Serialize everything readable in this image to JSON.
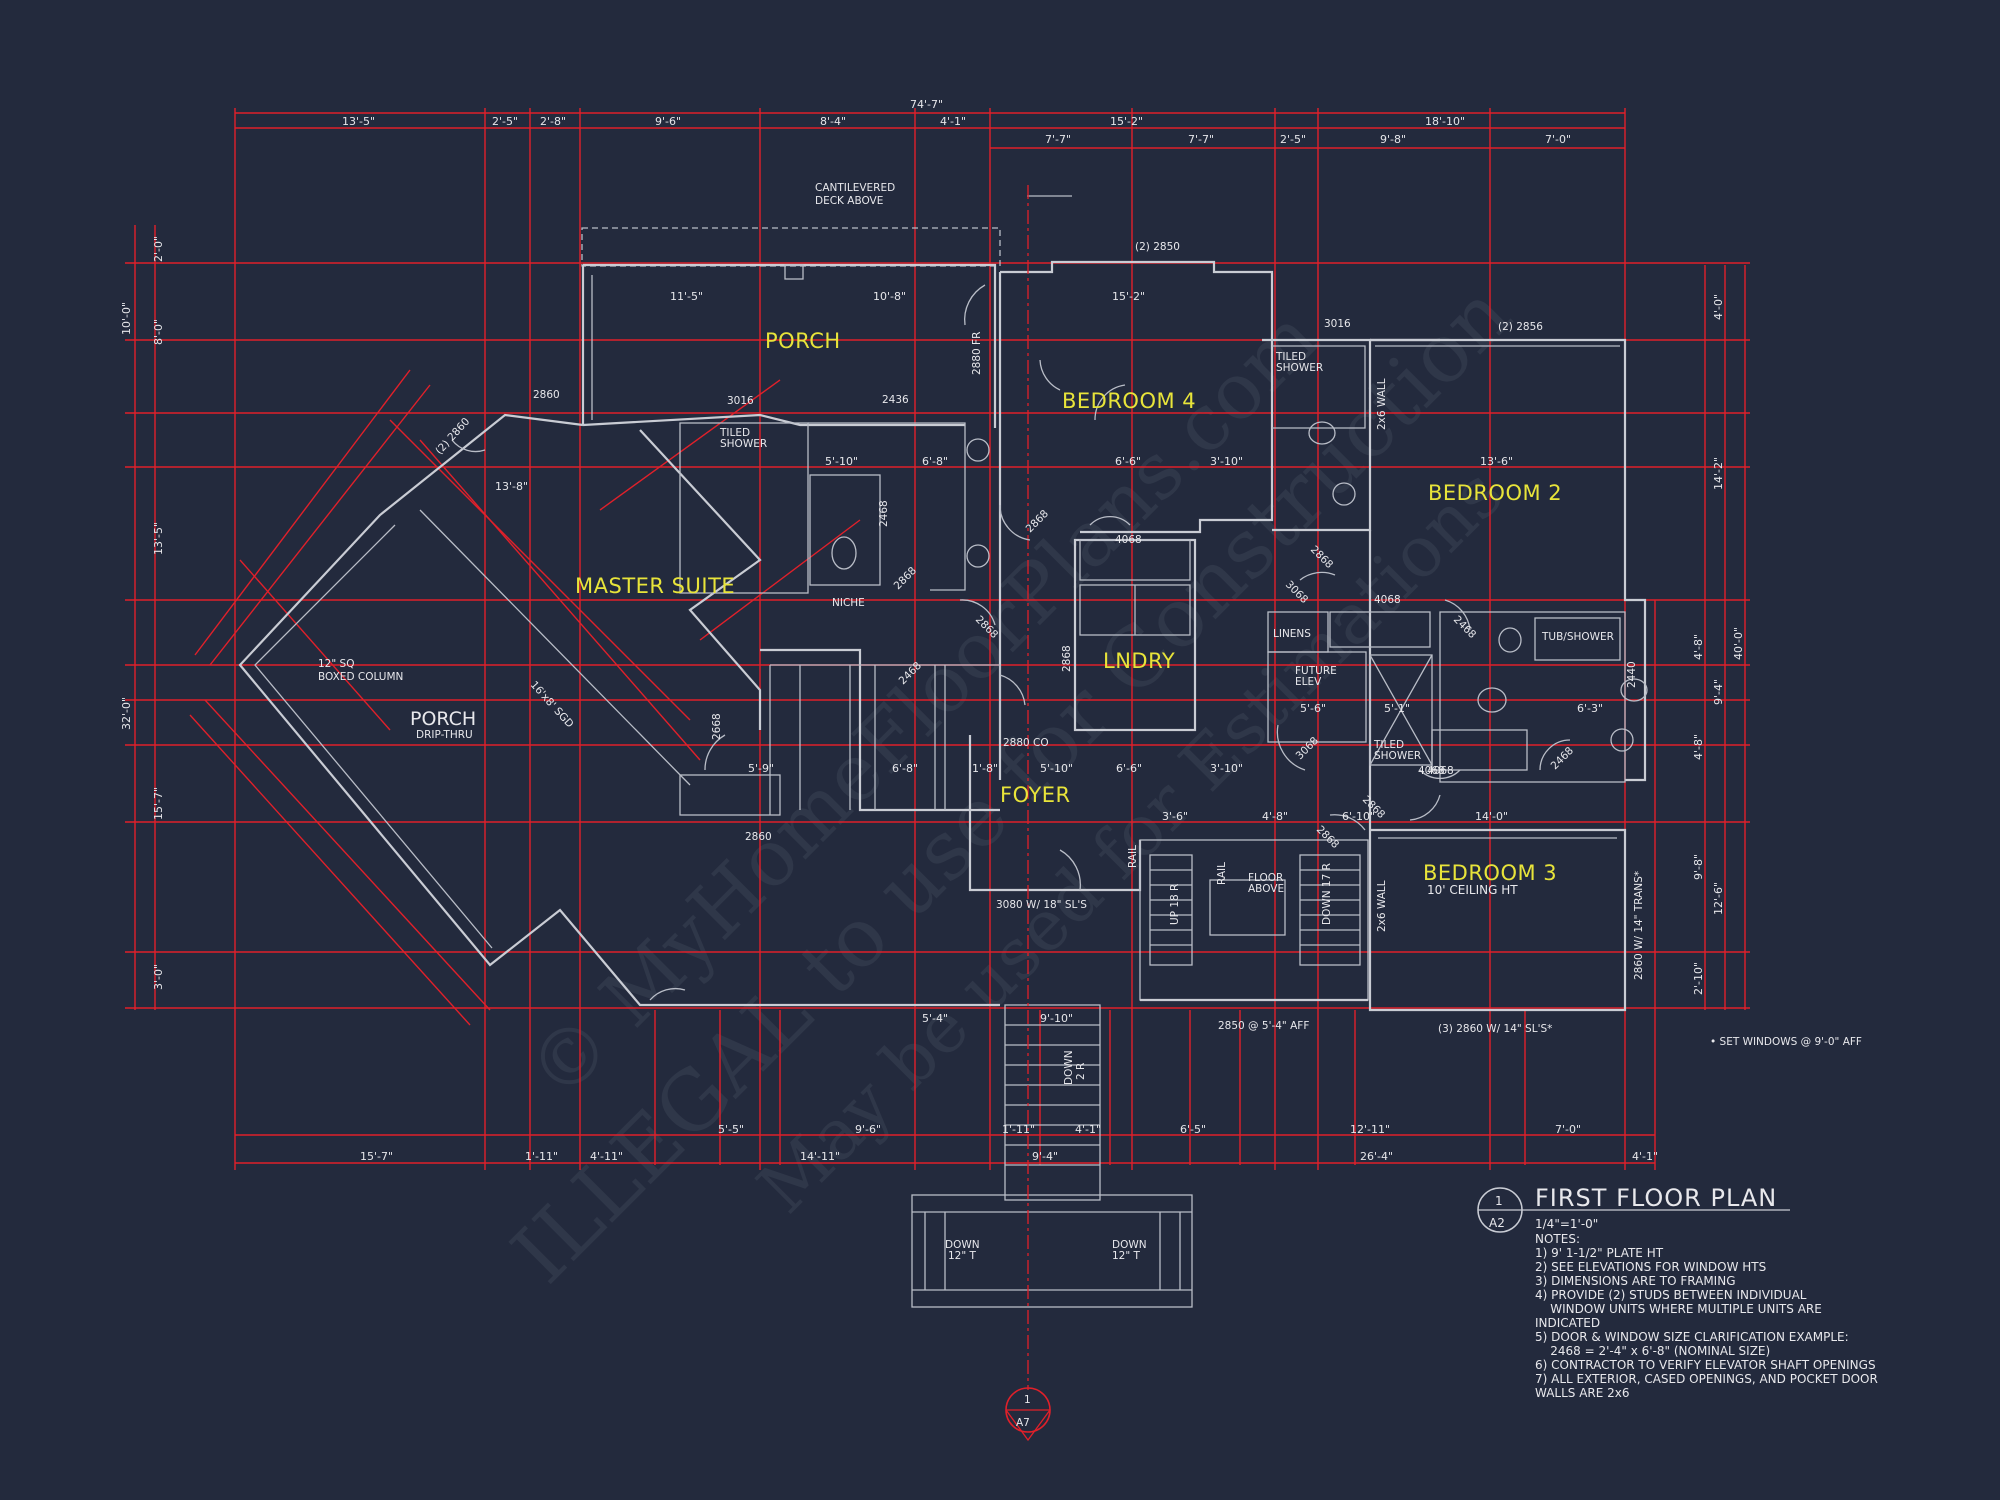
{
  "colors": {
    "background": "#232a3d",
    "dimension": "#e0202a",
    "wall": "#c9ccd4",
    "room_label": "#e8e43a"
  },
  "rooms": {
    "porch_top": "PORCH",
    "bedroom4": "BEDROOM 4",
    "bedroom2": "BEDROOM 2",
    "master": "MASTER SUITE",
    "lndry": "LNDRY",
    "porch_left": "PORCH",
    "porch_left_sub": "DRIP-THRU",
    "foyer": "FOYER",
    "bedroom3": "BEDROOM 3",
    "bedroom3_sub": "10' CEILING HT"
  },
  "labels": {
    "cantilever1": "CANTILEVERED",
    "cantilever2": "DECK ABOVE",
    "col1": "12\" SQ",
    "col2": "BOXED COLUMN",
    "niche": "NICHE",
    "tiled1a": "TILED",
    "tiled1b": "SHOWER",
    "tiled2a": "TILED",
    "tiled2b": "SHOWER",
    "tiled3a": "TILED",
    "tiled3b": "SHOWER",
    "linens": "LINENS",
    "future1": "FUTURE",
    "future2": "ELEV",
    "tub": "TUB/SHOWER",
    "floor1": "FLOOR",
    "floor2": "ABOVE",
    "wall_2x6_a": "2x6 WALL",
    "wall_2x6_b": "2x6 WALL",
    "co": "2880 CO",
    "sgd": "16'x8' SGD",
    "rail1": "RAIL",
    "rail2": "RAIL",
    "up": "UP 18 R",
    "down17": "DOWN 17 R",
    "stair_down": "DOWN",
    "stair_r": "2 R",
    "down_l": "DOWN",
    "down_l2": "12\" T",
    "down_r": "DOWN",
    "down_r2": "12\" T",
    "set_windows": "• SET WINDOWS @ 9'-0\" AFF",
    "trans": "2860 W/ 14\" TRANS*",
    "win_3080": "3080 W/ 18\" SL'S",
    "win_2850_aff": "2850 @ 5'-4\" AFF",
    "win_3_2860": "(3) 2860 W/ 14\" SL'S*",
    "win_2_2850": "(2) 2850",
    "win_2_2856": "(2) 2856",
    "win_2_2860": "(2) 2860",
    "a7_num": "1",
    "a7": "A7"
  },
  "windows": [
    "2860",
    "3016",
    "2436",
    "3016",
    "2440",
    "2860"
  ],
  "doors": [
    "2880 FR",
    "2468",
    "2868",
    "2868",
    "2868",
    "2468",
    "2668",
    "2868",
    "4068",
    "4068",
    "4068",
    "2868",
    "3068",
    "2468",
    "2468",
    "4068",
    "2868",
    "2868",
    "3068"
  ],
  "dimensions_top1": [
    "74'-7\""
  ],
  "dimensions_top2": [
    "13'-5\"",
    "2'-5\"",
    "2'-8\"",
    "9'-6\"",
    "8'-4\"",
    "4'-1\"",
    "7'-7\"",
    "15'-2\"",
    "7'-7\"",
    "2'-5\"",
    "9'-8\"",
    "18'-10\"",
    "7'-0\""
  ],
  "dimensions_bottom": [
    "15'-7\"",
    "1'-11\"",
    "4'-11\"",
    "14'-11\"",
    "5'-5\"",
    "9'-6\"",
    "1'-11\"",
    "4'-1\"",
    "6'-5\"",
    "12'-11\"",
    "7'-0\"",
    "26'-4\"",
    "9'-4\"",
    "4'-1\""
  ],
  "dimensions_left": [
    "2'-0\"",
    "8'-0\"",
    "10'-0\"",
    "13'-5\"",
    "32'-0\"",
    "15'-7\"",
    "3'-0\""
  ],
  "dimensions_right": [
    "4'-0\"",
    "14'-2\"",
    "40'-0\"",
    "4'-8\"",
    "9'-4\"",
    "4'-8\"",
    "12'-6\"",
    "9'-8\"",
    "2'-10\""
  ],
  "dimensions_inner": [
    "11'-5\"",
    "10'-8\"",
    "15'-2\"",
    "5'-10\"",
    "6'-8\"",
    "6'-6\"",
    "3'-10\"",
    "13'-6\"",
    "5'-9\"",
    "6'-8\"",
    "1'-8\"",
    "5'-10\"",
    "6'-6\"",
    "3'-10\"",
    "5'-6\"",
    "5'-1\"",
    "6'-3\"",
    "14'-0\"",
    "13'-8\"",
    "5'-4\"",
    "9'-10\"",
    "3'-6\"",
    "6'-10\"",
    "4'-8\""
  ],
  "title_block": {
    "num": "1",
    "sheet": "A2",
    "title": "FIRST FLOOR PLAN",
    "scale": "1/4\"=1'-0\"",
    "notes_head": "NOTES:",
    "notes": [
      "1) 9' 1-1/2\" PLATE HT",
      "2) SEE ELEVATIONS FOR WINDOW HTS",
      "3) DIMENSIONS ARE TO FRAMING",
      "4) PROVIDE (2) STUDS BETWEEN INDIVIDUAL",
      "    WINDOW UNITS WHERE MULTIPLE UNITS ARE",
      "INDICATED",
      "5) DOOR & WINDOW SIZE CLARIFICATION EXAMPLE:",
      "    2468 = 2'-4\" x 6'-8\" (NOMINAL SIZE)",
      "6) CONTRACTOR TO VERIFY ELEVATOR SHAFT OPENINGS",
      "7) ALL EXTERIOR, CASED OPENINGS, AND POCKET DOOR",
      "WALLS ARE 2x6"
    ]
  },
  "watermark": {
    "line1": "© MyHomeFloorPlans.com",
    "line2": "ILLEGAL to use for Construction",
    "line3": "May be used for Estimations"
  }
}
